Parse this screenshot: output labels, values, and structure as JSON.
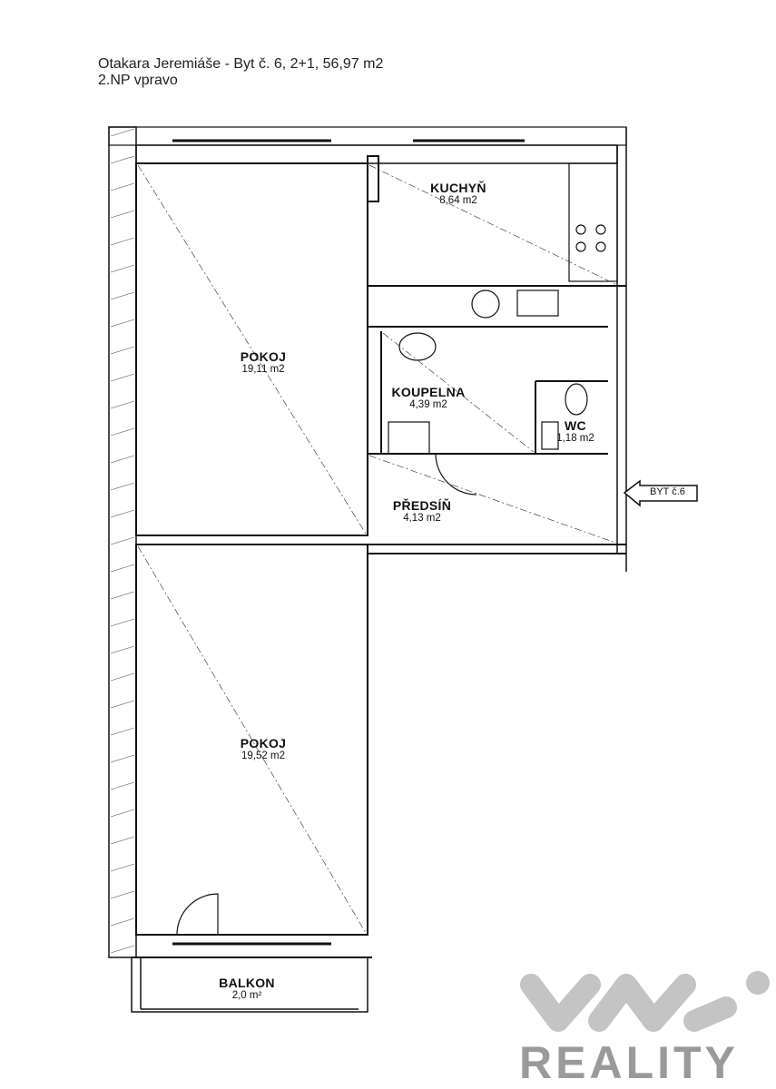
{
  "header": {
    "line1": "Otakara Jeremiáše - Byt č. 6, 2+1, 56,97 m2",
    "line2": "2.NP vpravo"
  },
  "rooms": [
    {
      "name": "KUCHYŇ",
      "area": "8,64 m2"
    },
    {
      "name": "POKOJ",
      "area": "19,11 m2"
    },
    {
      "name": "KOUPELNA",
      "area": "4,39 m2"
    },
    {
      "name": "WC",
      "area": "1,18 m2"
    },
    {
      "name": "PŘEDSÍŇ",
      "area": "4,13 m2"
    },
    {
      "name": "POKOJ",
      "area": "19,52 m2"
    },
    {
      "name": "BALKON",
      "area": "2,0 m²"
    }
  ],
  "entrance": {
    "label": "BYT č.6"
  },
  "logo": {
    "text": "REALITY",
    "color": "#9a9a9a"
  }
}
